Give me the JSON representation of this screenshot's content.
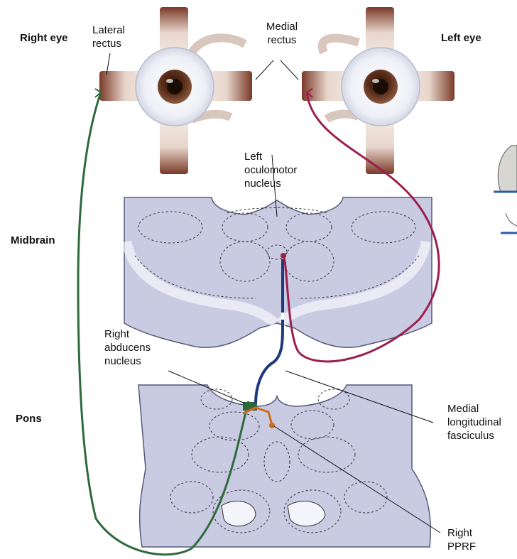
{
  "labels": {
    "right_eye": "Right eye",
    "left_eye": "Left eye",
    "lateral_rectus": "Lateral\nrectus",
    "medial_rectus": "Medial\nrectus",
    "left_oculomotor_nucleus": "Left\noculomotor\nnucleus",
    "midbrain": "Midbrain",
    "right_abducens_nucleus": "Right\nabducens\nnucleus",
    "pons": "Pons",
    "mlf": "Medial\nlongitudinal\nfasciculus",
    "right_pprf": "Right\nPPRF"
  },
  "colors": {
    "abducens_pathway": "#2f6a3c",
    "oculomotor_pathway": "#9b1f4f",
    "mlf_pathway": "#1f3a7a",
    "pprf": "#d06a1a",
    "brainstem_fill": "#c9cbe3",
    "muscle": "#8a4a38",
    "iris": "#5a2d18"
  }
}
